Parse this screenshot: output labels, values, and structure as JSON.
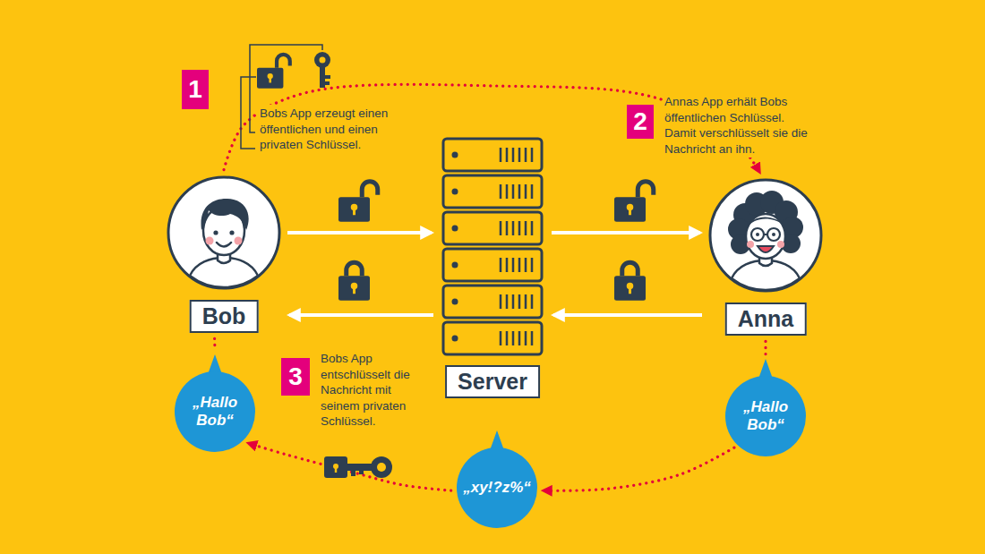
{
  "diagram": {
    "nodes": [
      {
        "text": [
          "Bob"
        ]
      },
      {
        "text": [
          "Server"
        ]
      },
      {
        "text": [
          "Anna"
        ]
      },
      {
        "text": [
          "„Hallo Bob“"
        ]
      },
      {
        "text": [
          "„Hallo Bob“"
        ]
      },
      {
        "text": [
          "„xy!?z%“"
        ]
      }
    ],
    "edges": [
      {
        "from": 0,
        "to": 1,
        "arrow": "to"
      },
      {
        "from": 1,
        "to": 2,
        "arrow": "to"
      },
      {
        "from": 2,
        "to": 1,
        "arrow": "to"
      },
      {
        "from": 1,
        "to": 0,
        "arrow": "to"
      },
      {
        "from": 0,
        "to": 2,
        "arrow": "to"
      },
      {
        "from": 0,
        "to": 3,
        "arrow": "none"
      },
      {
        "from": 2,
        "to": 4,
        "arrow": "none"
      },
      {
        "from": 4,
        "to": 5,
        "arrow": "to"
      },
      {
        "from": 5,
        "to": 3,
        "arrow": "to"
      }
    ],
    "labels": [
      "1",
      "Bobs App erzeugt einen öffentlichen und einen privaten Schlüssel.",
      "2",
      "Annas App erhält Bobs öffentlichen Schlüssel. Damit verschlüsselt sie die Nachricht an ihn.",
      "3",
      "Bobs App entschlüsselt die Nachricht mit seinem privaten Schlüssel."
    ]
  }
}
